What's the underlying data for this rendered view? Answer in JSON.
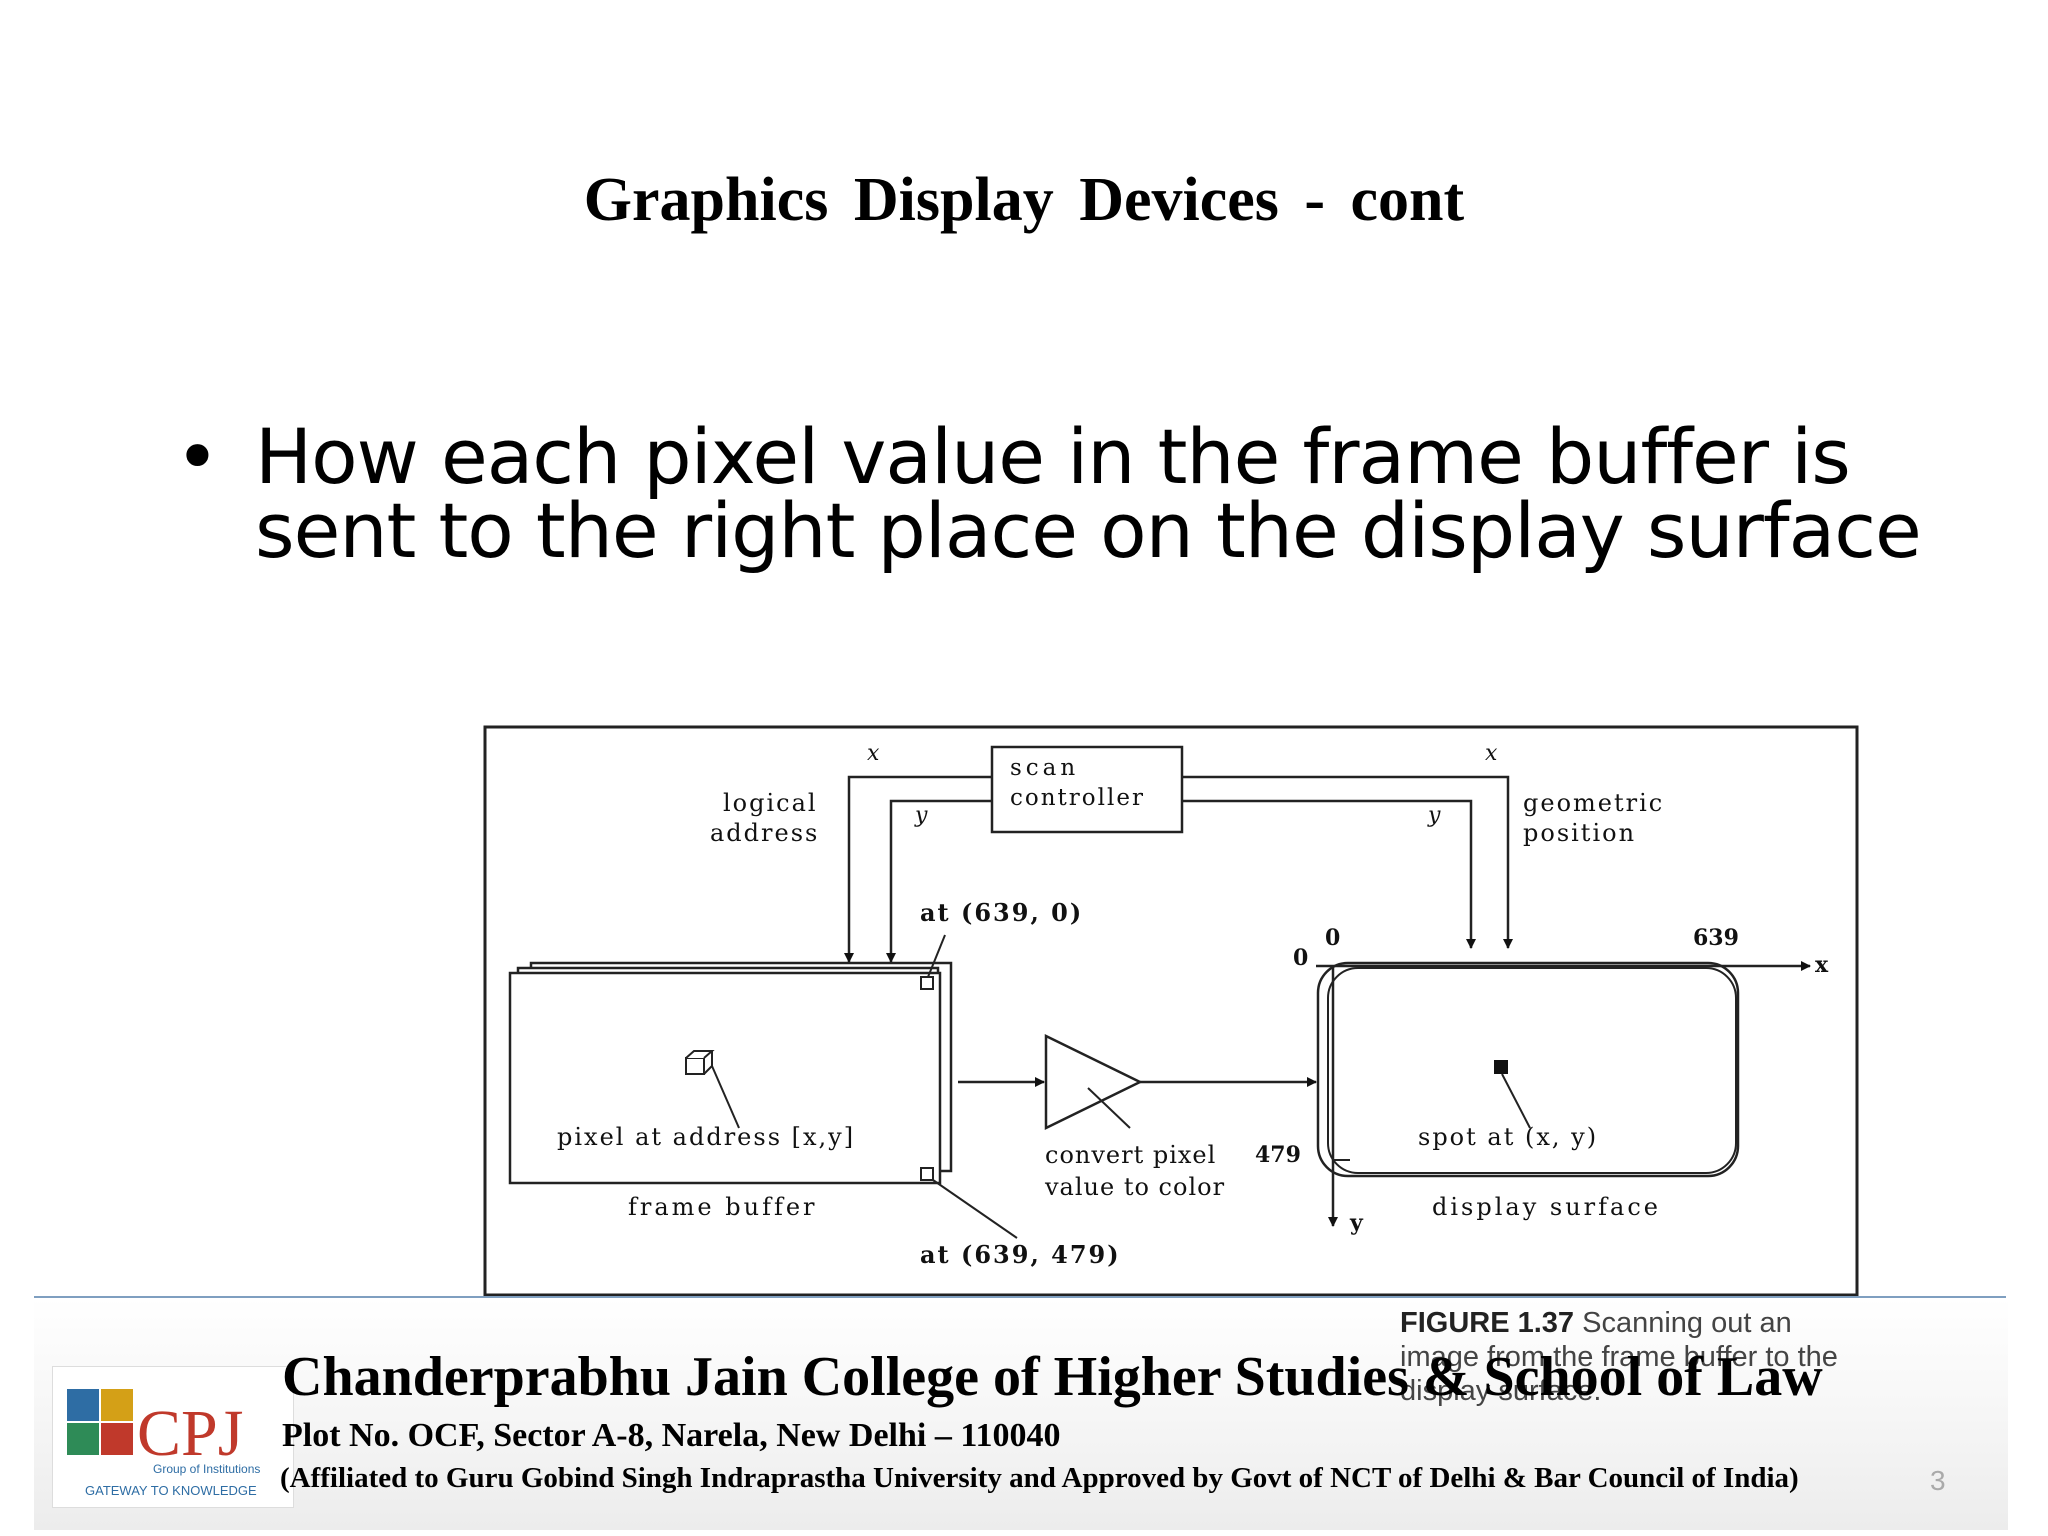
{
  "slide": {
    "title": "Graphics  Display  Devices  -  cont",
    "bullet_line1": "How each pixel value in the frame buffer is",
    "bullet_line2": "sent to the right place on the display surface",
    "page_number": "3"
  },
  "diagram": {
    "scan_controller_line1": "scan",
    "scan_controller_line2": "controller",
    "logical_address_line1": "logical",
    "logical_address_line2": "address",
    "geometric_position_line1": "geometric",
    "geometric_position_line2": "position",
    "x_left": "x",
    "y_left": "y",
    "x_right": "x",
    "y_right": "y",
    "at_top": "at (639, 0)",
    "at_bottom": "at (639, 479)",
    "pixel_label": "pixel at address [x,y]",
    "frame_buffer": "frame buffer",
    "convert_line1": "convert pixel",
    "convert_line2": "value to color",
    "spot_label": "spot at (x, y)",
    "display_surface": "display surface",
    "tick_0_top": "0",
    "tick_0_left": "0",
    "tick_639": "639",
    "tick_479": "479",
    "axis_x": "x",
    "axis_y": "y",
    "figure_label": "FIGURE 1.37",
    "figure_caption": "Scanning out an image from the frame buffer to the display surface."
  },
  "footer": {
    "college": "Chanderprabhu Jain College of Higher Studies & School of Law",
    "address": "Plot No. OCF, Sector A-8, Narela, New Delhi – 110040",
    "affiliation": "(Affiliated to Guru Gobind Singh Indraprastha University and Approved by Govt of NCT of Delhi & Bar Council of India)",
    "logo_text": "CPJ",
    "logo_sub": "Group of Institutions",
    "logo_tagline": "GATEWAY TO KNOWLEDGE",
    "colors": {
      "logo_red": "#c0392b",
      "logo_blue": "#2e6da4",
      "logo_green": "#2e8b57",
      "logo_gold": "#d4a017",
      "rule": "#7f9fc0"
    }
  }
}
